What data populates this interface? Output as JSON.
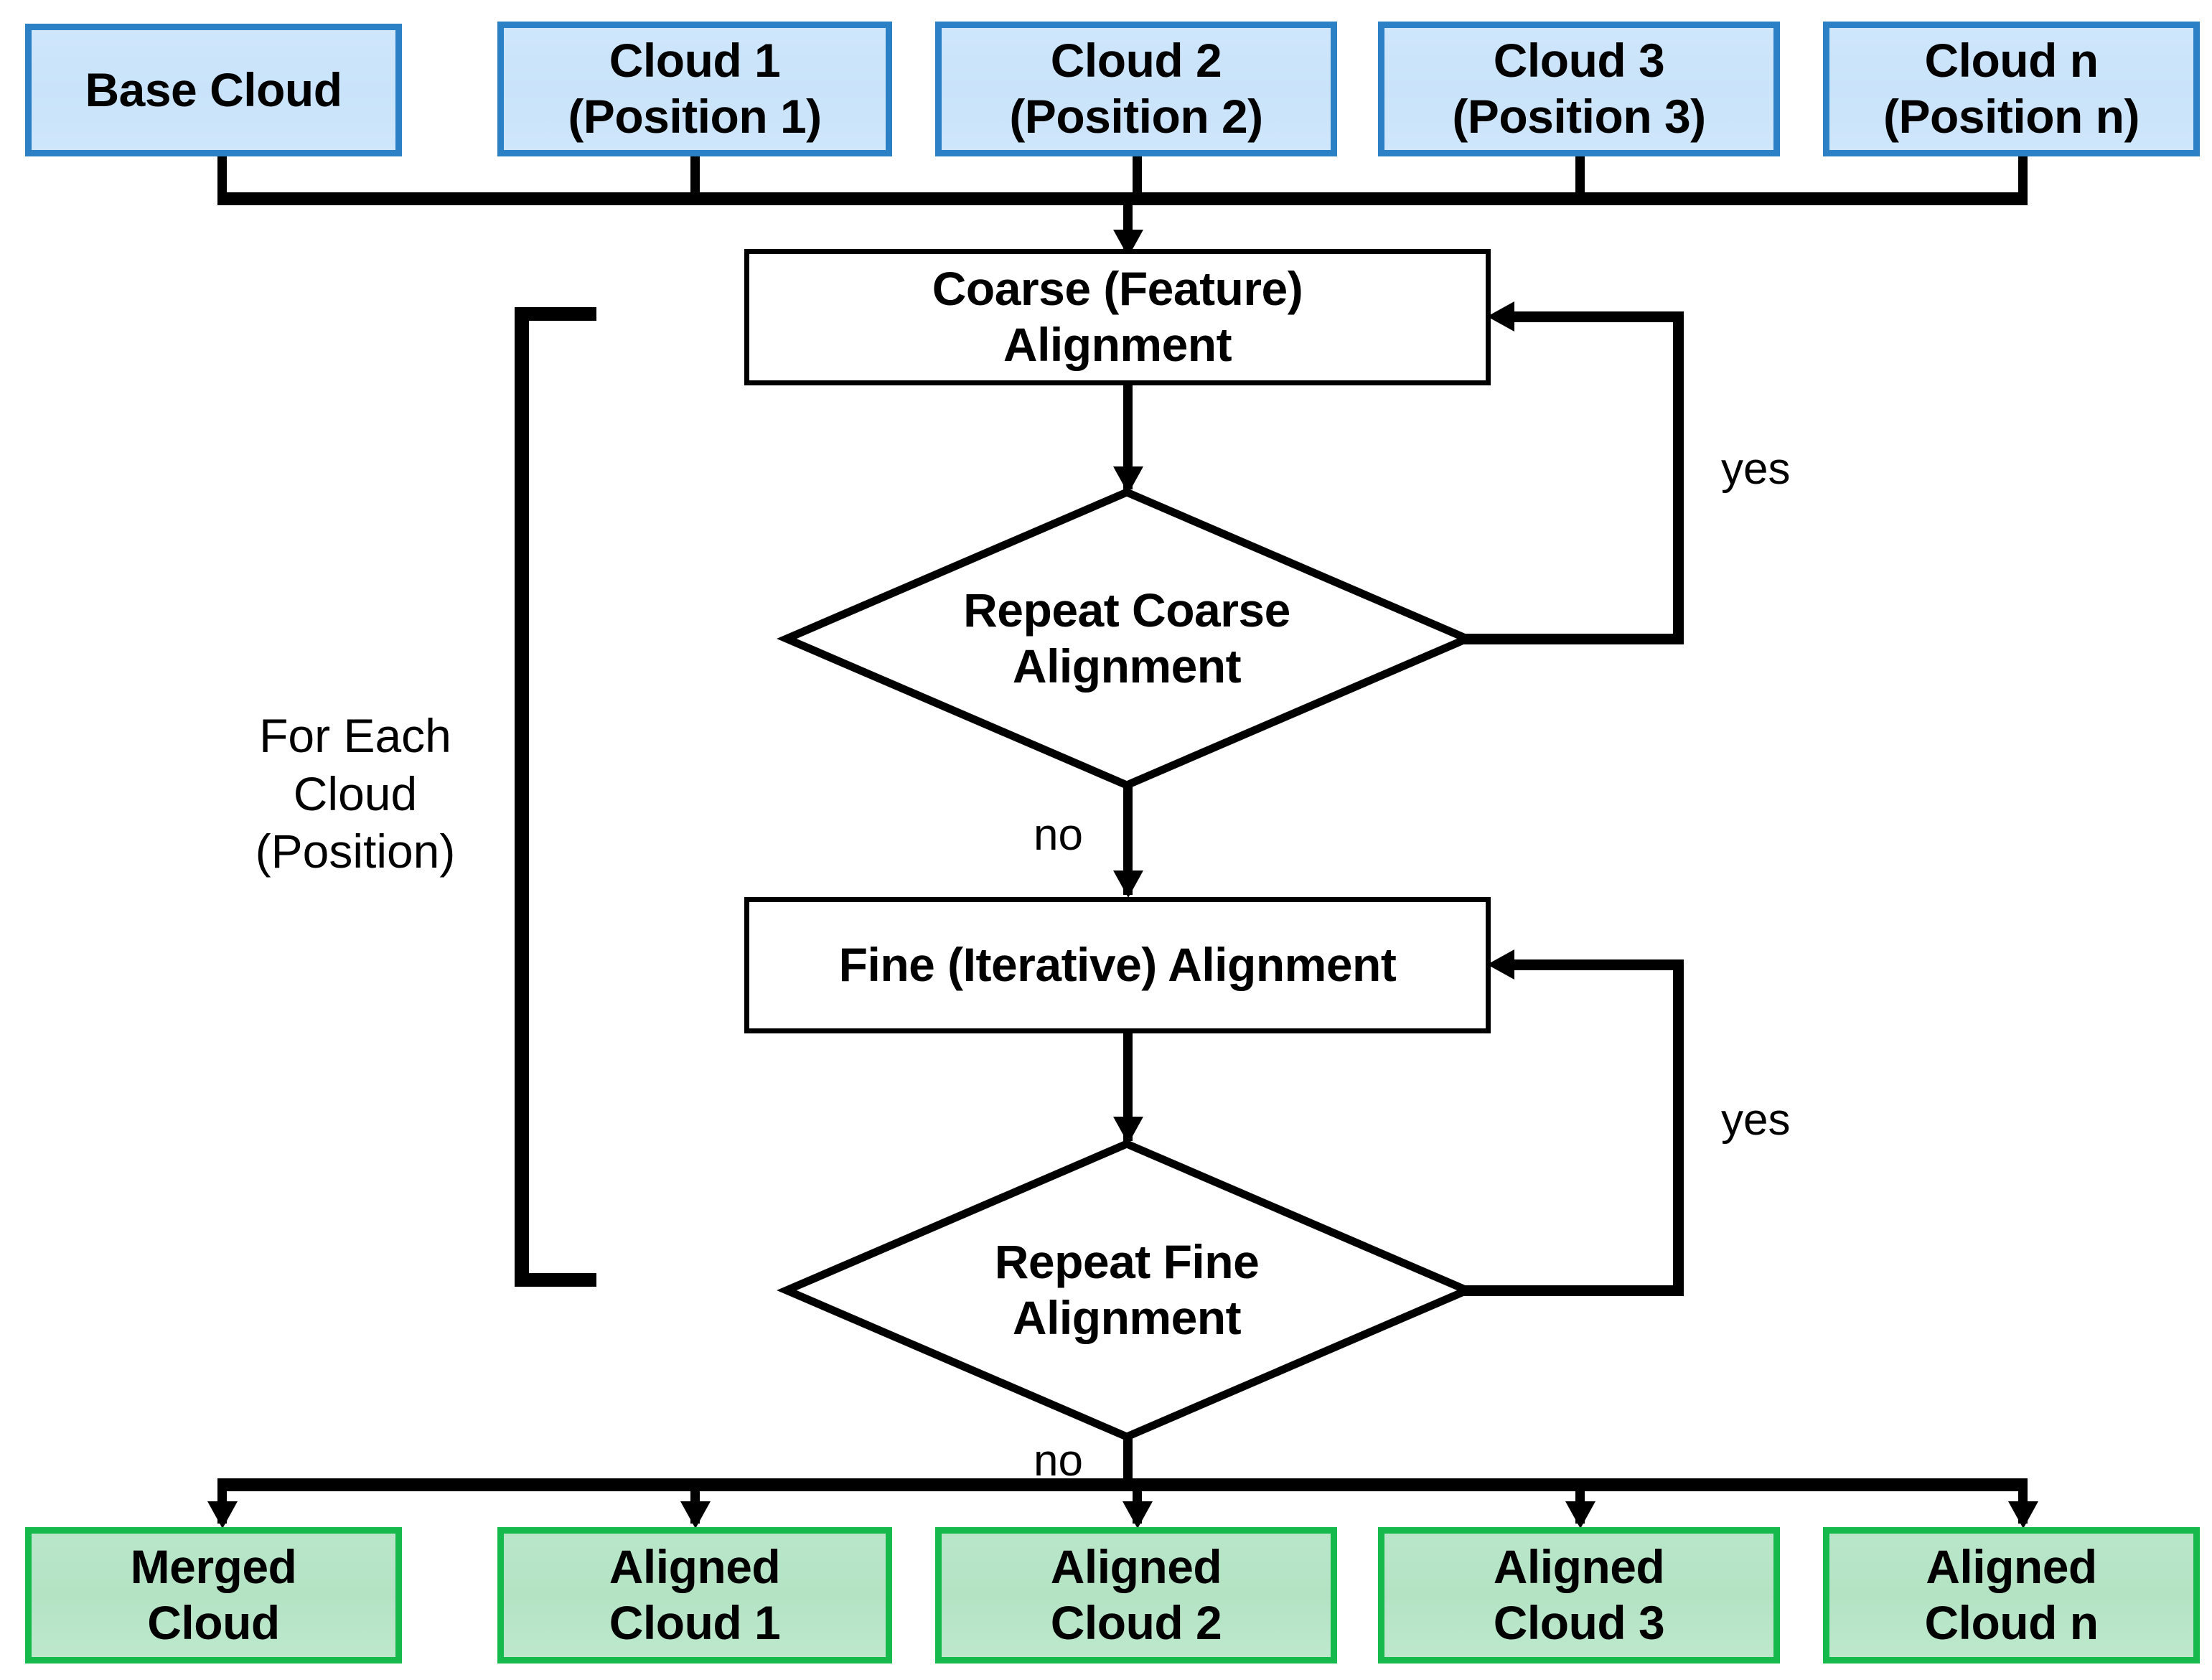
{
  "diagram": {
    "title": "Point cloud coarse and fine alignment flowchart",
    "colors": {
      "blue_fill": "#cfe6fb",
      "blue_border": "#2b80c6",
      "green_fill": "#b9e6c9",
      "green_border": "#16b94c",
      "line": "#000000",
      "background": "#ffffff"
    }
  },
  "inputs": [
    {
      "line1": "Base Cloud",
      "line2": ""
    },
    {
      "line1": "Cloud 1",
      "line2": "(Position 1)"
    },
    {
      "line1": "Cloud 2",
      "line2": "(Position 2)"
    },
    {
      "line1": "Cloud 3",
      "line2": "(Position 3)"
    },
    {
      "line1": "Cloud n",
      "line2": "(Position n)"
    }
  ],
  "process": {
    "coarse": {
      "line1": "Coarse (Feature)",
      "line2": "Alignment"
    },
    "fine": {
      "line1": "Fine (Iterative) Alignment",
      "line2": ""
    }
  },
  "decisions": {
    "coarse": {
      "line1": "Repeat Coarse",
      "line2": "Alignment"
    },
    "fine": {
      "line1": "Repeat Fine",
      "line2": "Alignment"
    }
  },
  "edge_labels": {
    "coarse_yes": "yes",
    "coarse_no": "no",
    "fine_yes": "yes",
    "fine_no": "no"
  },
  "loop_annotation": {
    "line1": "For Each",
    "line2": "Cloud",
    "line3": "(Position)"
  },
  "outputs": [
    {
      "line1": "Merged",
      "line2": "Cloud"
    },
    {
      "line1": "Aligned",
      "line2": "Cloud 1"
    },
    {
      "line1": "Aligned",
      "line2": "Cloud 2"
    },
    {
      "line1": "Aligned",
      "line2": "Cloud 3"
    },
    {
      "line1": "Aligned",
      "line2": "Cloud n"
    }
  ]
}
